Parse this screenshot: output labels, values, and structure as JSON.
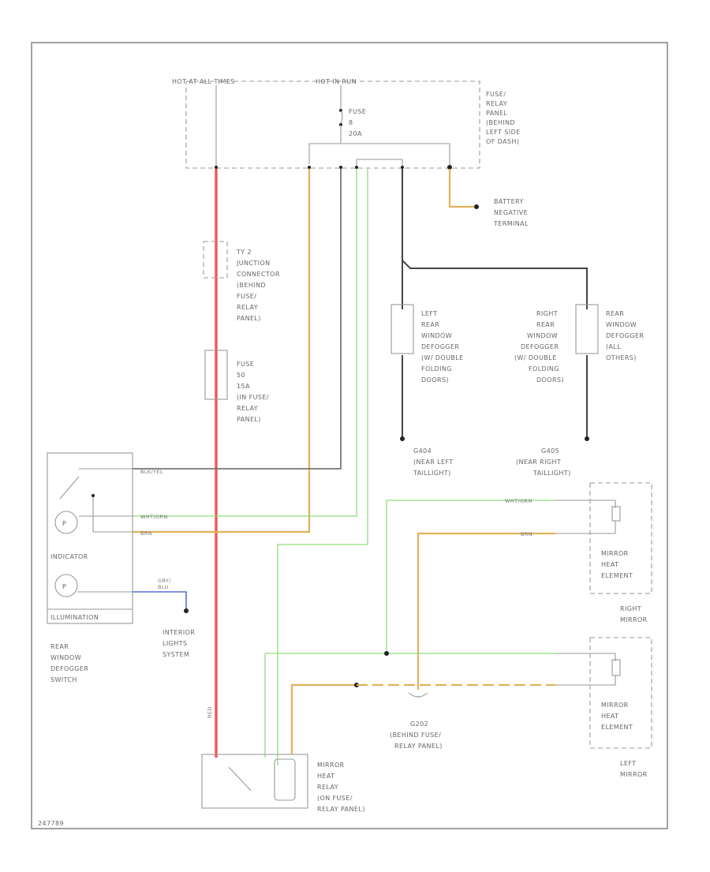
{
  "diagram": {
    "hot_in_all": "HOT AT ALL TIMES",
    "hot_in_run": "HOT IN RUN",
    "fuse_top": [
      "FUSE",
      "8",
      "20A"
    ],
    "fuse_relay_panel": [
      "FUSE/",
      "RELAY",
      "PANEL",
      "(BEHIND",
      "LEFT SIDE",
      "OF DASH)"
    ],
    "battery": [
      "BATTERY",
      "NEGATIVE",
      "TERMINAL"
    ],
    "junction": [
      "TY 2",
      "JUNCTION",
      "CONNECTOR",
      "(BEHIND",
      "FUSE/",
      "RELAY",
      "PANEL)"
    ],
    "fuse_mid": [
      "FUSE",
      "50",
      "15A",
      "(IN FUSE/",
      "RELAY",
      "PANEL)"
    ],
    "left_defog": [
      "LEFT",
      "REAR",
      "WINDOW",
      "DEFOGGER",
      "(W/ DOUBLE",
      "FOLDING",
      "DOORS)"
    ],
    "right_defog": [
      "RIGHT",
      "REAR",
      "WINDOW",
      "DEFOGGER",
      "(W/ DOUBLE",
      "FOLDING",
      "DOORS)"
    ],
    "rear_defog": [
      "REAR",
      "WINDOW",
      "DEFOGGER",
      "(ALL",
      "OTHERS)"
    ],
    "g404": [
      "G404",
      "(NEAR LEFT",
      "TAILLIGHT)"
    ],
    "g405": [
      "G405",
      "(NEAR RIGHT",
      "TAILLIGHT)"
    ],
    "indicator": "INDICATOR",
    "illumination": "ILLUMINATION",
    "switch": [
      "REAR",
      "WINDOW",
      "DEFOGGER",
      "SWITCH"
    ],
    "interior_lights": [
      "INTERIOR",
      "LIGHTS",
      "SYSTEM"
    ],
    "mirror_heat_right": [
      "MIRROR",
      "HEAT",
      "ELEMENT"
    ],
    "right_mirror": [
      "RIGHT",
      "MIRROR"
    ],
    "mirror_heat_left": [
      "MIRROR",
      "HEAT",
      "ELEMENT"
    ],
    "left_mirror": [
      "LEFT",
      "MIRROR"
    ],
    "g202": [
      "G202",
      "(BEHIND FUSE/",
      "RELAY PANEL)"
    ],
    "mirror_relay": [
      "MIRROR",
      "HEAT",
      "RELAY",
      "(ON FUSE/",
      "RELAY PANEL)"
    ],
    "wire_blk_yel": "BLK/YEL",
    "wire_wht_grn": "WHT/GRN",
    "wire_brn": "BRN",
    "wire_gry_blu": [
      "GRY/",
      "BLU"
    ],
    "wire_red": "RED",
    "wire_wht_grn2": "WHT/GRN",
    "wire_brn2": "BRN",
    "fig_id": "247789"
  }
}
